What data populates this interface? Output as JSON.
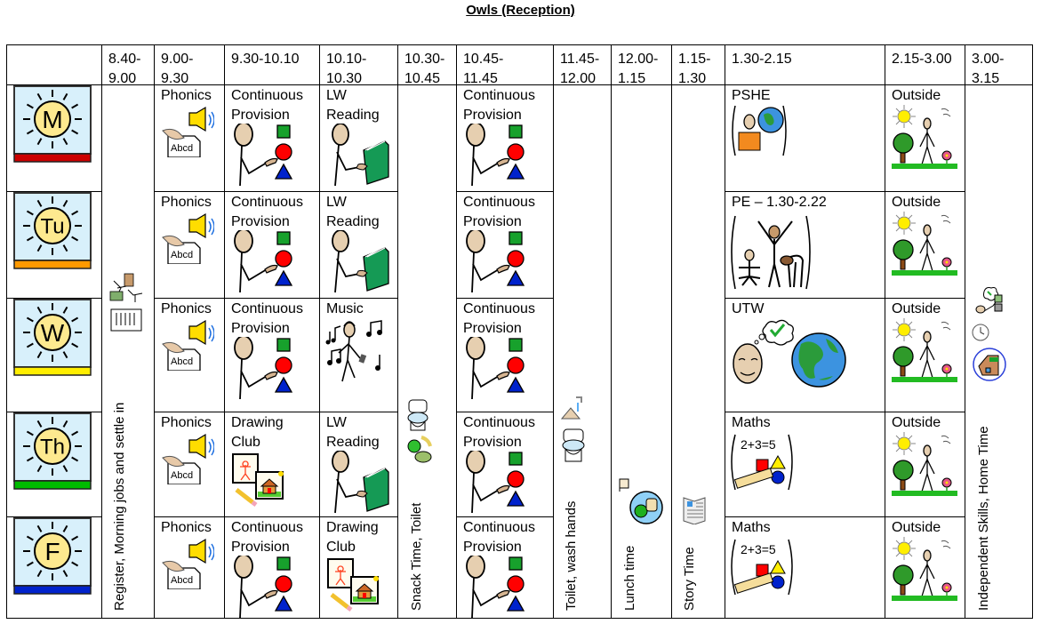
{
  "title": "Owls (Reception)",
  "header": {
    "times": [
      "8.40-\n9.00",
      "9.00-\n9.30",
      "9.30-10.10",
      "10.10-\n10.30",
      "10.30-\n10.45",
      "10.45-\n11.45",
      "11.45-\n12.00",
      "12.00-\n1.15",
      "1.15-\n1.30",
      "1.30-2.15",
      "2.15-3.00",
      "3.00-\n3.15"
    ]
  },
  "days": [
    {
      "letter": "M",
      "color": "#cc0000"
    },
    {
      "letter": "Tu",
      "color": "#ff9900"
    },
    {
      "letter": "W",
      "color": "#ffee00"
    },
    {
      "letter": "Th",
      "color": "#00bb00"
    },
    {
      "letter": "F",
      "color": "#0022cc"
    }
  ],
  "merged": {
    "register": "Register, Morning jobs and settle in",
    "snack": "Snack Time, Toilet",
    "toilet": "Toilet, wash hands",
    "lunch": "Lunch time",
    "story": "Story Time",
    "home": "Independent Skills, Home Time"
  },
  "rows": [
    {
      "phonics": "Phonics",
      "c1": [
        "Continuous",
        "Provision"
      ],
      "c2": [
        "LW",
        "Reading"
      ],
      "c3": [
        "Continuous",
        "Provision"
      ],
      "pm": "PSHE",
      "outside": "Outside"
    },
    {
      "phonics": "Phonics",
      "c1": [
        "Continuous",
        "Provision"
      ],
      "c2": [
        "LW",
        "Reading"
      ],
      "c3": [
        "Continuous",
        "Provision"
      ],
      "pm": "PE – 1.30-2.22",
      "outside": "Outside"
    },
    {
      "phonics": "Phonics",
      "c1": [
        "Continuous",
        "Provision"
      ],
      "c2": [
        "Music",
        ""
      ],
      "c3": [
        "Continuous",
        "Provision"
      ],
      "pm": "UTW",
      "outside": "Outside"
    },
    {
      "phonics": "Phonics",
      "c1": [
        "Drawing",
        "Club"
      ],
      "c2": [
        "LW",
        "Reading"
      ],
      "c3": [
        "Continuous",
        "Provision"
      ],
      "pm": "Maths",
      "outside": "Outside"
    },
    {
      "phonics": "Phonics",
      "c1": [
        "Continuous",
        "Provision"
      ],
      "c2": [
        "Drawing",
        "Club"
      ],
      "c3": [
        "Continuous",
        "Provision"
      ],
      "pm": "Maths",
      "outside": "Outside"
    }
  ],
  "icons": {
    "abcd": "Abcd",
    "maths_sum": "2+3=5"
  }
}
